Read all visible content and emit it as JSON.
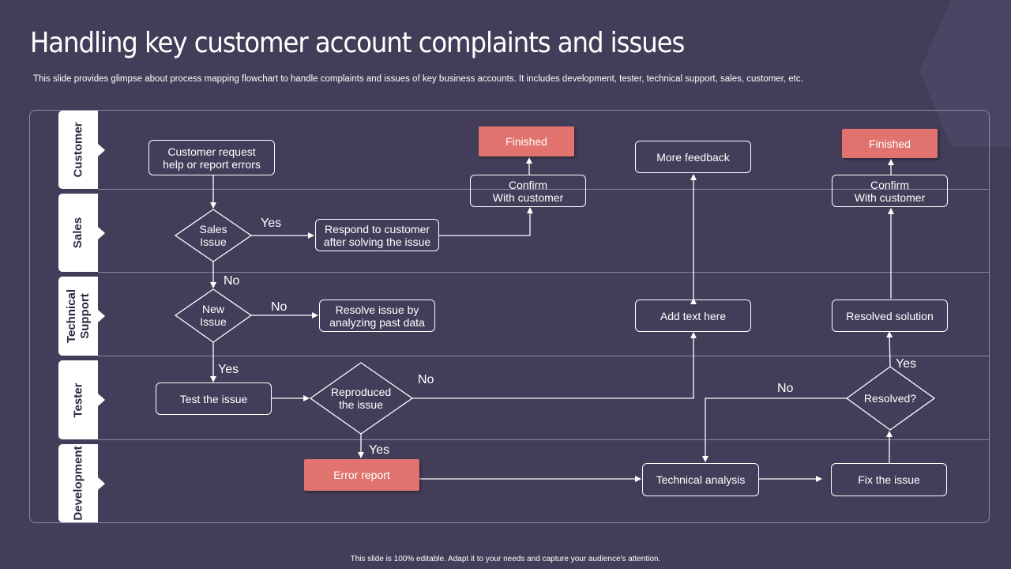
{
  "title": "Handling key customer account complaints and issues",
  "subtitle": "This slide provides glimpse about process mapping flowchart to handle complaints and issues of key business accounts. It includes development, tester, technical support, sales, customer, etc.",
  "footer": "This slide is 100% editable.  Adapt it to your needs and capture your audience's attention.",
  "lanes": [
    "Customer",
    "Sales",
    "Technical\nSupport",
    "Tester",
    "Development"
  ],
  "nodes": {
    "customer_request": "Customer request\nhelp or report errors",
    "sales_issue": "Sales\nIssue",
    "respond_customer": "Respond to customer\nafter solving the issue",
    "confirm_customer_1": "Confirm\nWith customer",
    "finished_1": "Finished",
    "new_issue": "New\nIssue",
    "resolve_past_data": "Resolve issue by\nanalyzing past data",
    "test_issue": "Test the issue",
    "reproduced_issue": "Reproduced\nthe issue",
    "error_report": "Error report",
    "more_feedback": "More feedback",
    "add_text": "Add text here",
    "technical_analysis": "Technical analysis",
    "fix_issue": "Fix the issue",
    "resolved_question": "Resolved?",
    "resolved_solution": "Resolved solution",
    "confirm_customer_2": "Confirm\nWith customer",
    "finished_2": "Finished"
  },
  "edge_labels": {
    "sales_yes": "Yes",
    "sales_no": "No",
    "new_no": "No",
    "new_yes": "Yes",
    "reproduced_no": "No",
    "reproduced_yes": "Yes",
    "resolved_no": "No",
    "resolved_yes": "Yes"
  },
  "colors": {
    "background": "#433d59",
    "accent": "#e0736d",
    "line": "#ffffff"
  }
}
